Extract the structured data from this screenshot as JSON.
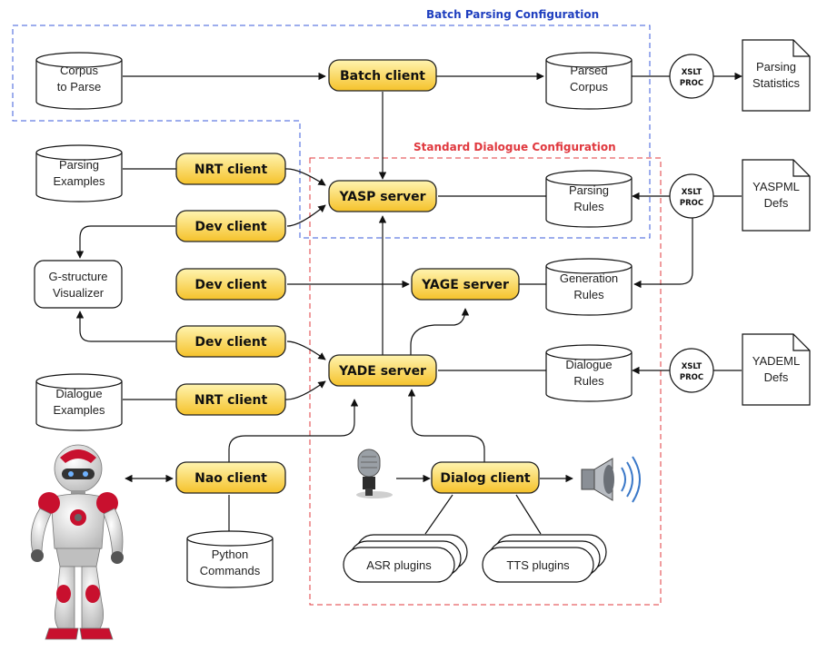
{
  "colors": {
    "batch_frame": "#3b5bdb",
    "dialogue_frame": "#e0383e",
    "client_fill_top": "#fff2a8",
    "client_fill_bottom": "#f7c531",
    "robot_red": "#c8102e"
  },
  "configurations": {
    "batch": "Batch Parsing Configuration",
    "dialogue": "Standard Dialogue Configuration"
  },
  "databases": {
    "corpus": [
      "Corpus",
      "to Parse"
    ],
    "parsed_corpus": [
      "Parsed",
      "Corpus"
    ],
    "parsing_examples": [
      "Parsing",
      "Examples"
    ],
    "parsing_rules": [
      "Parsing",
      "Rules"
    ],
    "generation_rules": [
      "Generation",
      "Rules"
    ],
    "dialogue_examples": [
      "Dialogue",
      "Examples"
    ],
    "dialogue_rules": [
      "Dialogue",
      "Rules"
    ],
    "python_commands": [
      "Python",
      "Commands"
    ]
  },
  "documents": {
    "parsing_statistics": [
      "Parsing",
      "Statistics"
    ],
    "yaspml_defs": [
      "YASPML",
      "Defs"
    ],
    "yademl_defs": [
      "YADEML",
      "Defs"
    ]
  },
  "xslt": [
    "XSLT",
    "PROC"
  ],
  "clients": {
    "batch": "Batch client",
    "nrt_parse": "NRT client",
    "dev_parse": "Dev client",
    "dev_gen": "Dev client",
    "dev_dialog": "Dev client",
    "nrt_dialog": "NRT client",
    "nao": "Nao client",
    "dialog": "Dialog client"
  },
  "servers": {
    "yasp": "YASP server",
    "yage": "YAGE server",
    "yade": "YADE server"
  },
  "visualizer": [
    "G-structure",
    "Visualizer"
  ],
  "plugins": {
    "asr": "ASR plugins",
    "tts": "TTS plugins"
  },
  "icons": {
    "microphone": "microphone-icon",
    "speaker": "speaker-icon",
    "robot": "nao-robot"
  }
}
